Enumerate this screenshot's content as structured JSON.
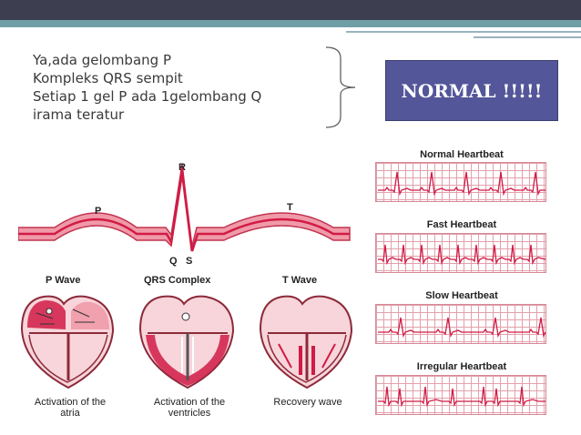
{
  "bullets": [
    "Ya,ada gelombang P",
    "Kompleks QRS sempit",
    "Setiap 1 gel P ada 1gelombang Q",
    "irama teratur"
  ],
  "normal_label": "NORMAL !!!!!",
  "ecg": {
    "r": "R",
    "p": "P",
    "t": "T",
    "q": "Q",
    "s": "S"
  },
  "hearts": [
    {
      "title": "P Wave",
      "caption": [
        "Activation of the",
        "atria"
      ]
    },
    {
      "title": "QRS Complex",
      "caption": [
        "Activation of the",
        "ventricles"
      ]
    },
    {
      "title": "T Wave",
      "caption": [
        "Recovery wave"
      ]
    }
  ],
  "strips": [
    {
      "title": "Normal Heartbeat"
    },
    {
      "title": "Fast Heartbeat"
    },
    {
      "title": "Slow Heartbeat"
    },
    {
      "title": "Irregular Heartbeat"
    }
  ],
  "colors": {
    "accent": "#d11b45",
    "band": "#f09aa9",
    "box": "#54569a"
  }
}
